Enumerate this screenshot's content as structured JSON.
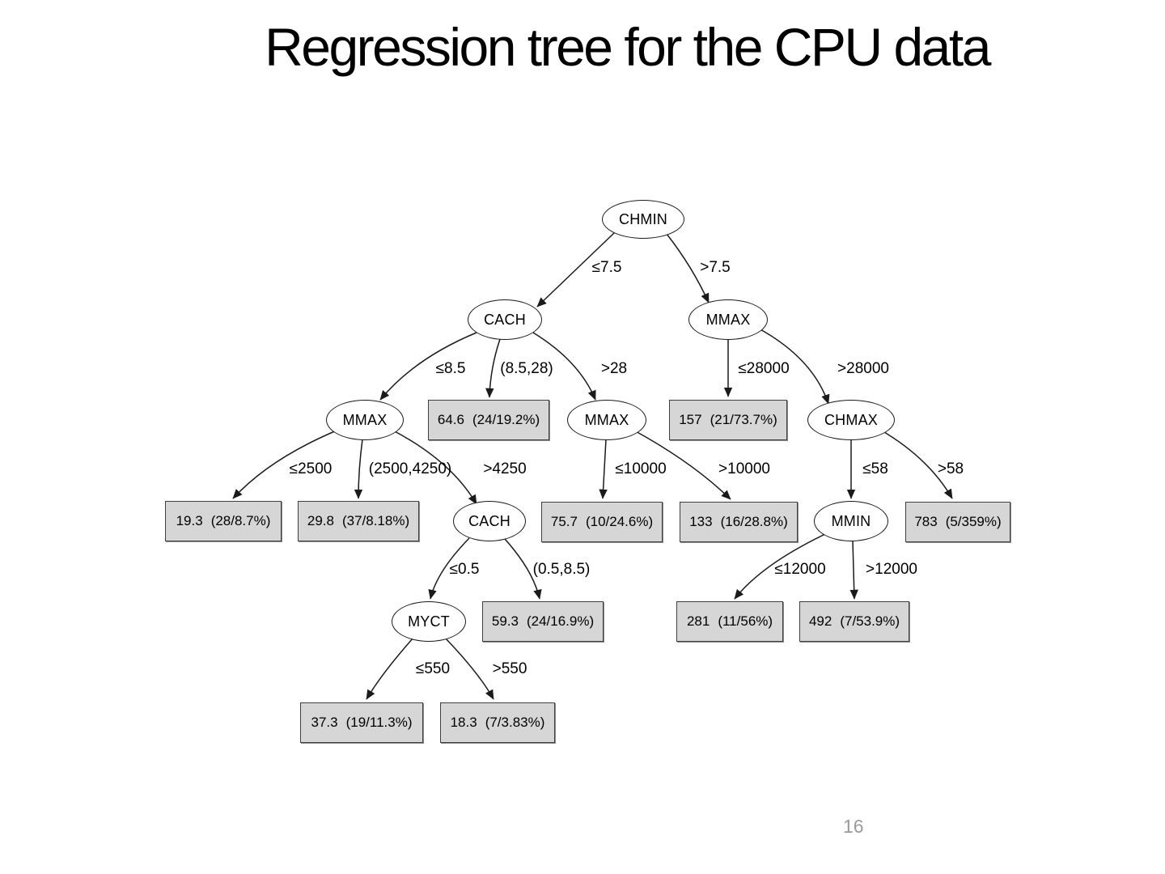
{
  "slide": {
    "title": "Regression tree for the CPU data",
    "page_number": "16"
  },
  "colors": {
    "background": "#ffffff",
    "leaf_fill": "#d6d6d6",
    "leaf_border": "#3f3f3f",
    "node_fill": "#ffffff",
    "node_border": "#1a1a1a",
    "edge": "#1a1a1a",
    "text": "#000000",
    "page_number": "#9a9a9a"
  },
  "tree": {
    "decision_nodes": [
      {
        "id": "chmin",
        "label": "CHMIN"
      },
      {
        "id": "cach-top",
        "label": "CACH"
      },
      {
        "id": "mmax-right",
        "label": "MMAX"
      },
      {
        "id": "mmax-left",
        "label": "MMAX"
      },
      {
        "id": "mmax-mid",
        "label": "MMAX"
      },
      {
        "id": "chmax",
        "label": "CHMAX"
      },
      {
        "id": "cach-lower",
        "label": "CACH"
      },
      {
        "id": "mmin",
        "label": "MMIN"
      },
      {
        "id": "myct",
        "label": "MYCT"
      }
    ],
    "leaf_nodes": [
      {
        "value": "64.6",
        "stats": "(24/19.2%)"
      },
      {
        "value": "157",
        "stats": "(21/73.7%)"
      },
      {
        "value": "19.3",
        "stats": "(28/8.7%)"
      },
      {
        "value": "29.8",
        "stats": "(37/8.18%)"
      },
      {
        "value": "75.7",
        "stats": "(10/24.6%)"
      },
      {
        "value": "133",
        "stats": "(16/28.8%)"
      },
      {
        "value": "783",
        "stats": "(5/359%)"
      },
      {
        "value": "59.3",
        "stats": "(24/16.9%)"
      },
      {
        "value": "281",
        "stats": "(11/56%)"
      },
      {
        "value": "492",
        "stats": "(7/53.9%)"
      },
      {
        "value": "37.3",
        "stats": "(19/11.3%)"
      },
      {
        "value": "18.3",
        "stats": "(7/3.83%)"
      }
    ],
    "edge_labels": [
      "≤7.5",
      ">7.5",
      "≤8.5",
      "(8.5,28)",
      ">28",
      "≤28000",
      ">28000",
      "≤2500",
      "(2500,4250)",
      ">4250",
      "≤10000",
      ">10000",
      "≤58",
      ">58",
      "≤0.5",
      "(0.5,8.5)",
      "≤12000",
      ">12000",
      "≤550",
      ">550"
    ]
  }
}
